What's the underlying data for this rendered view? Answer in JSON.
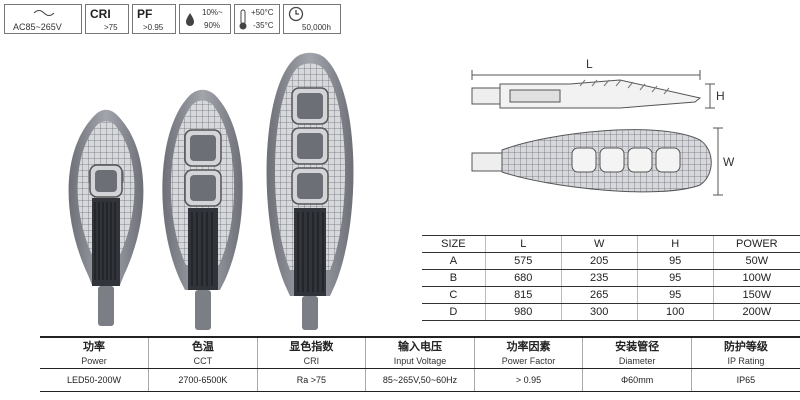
{
  "icon_bar": [
    {
      "name": "voltage",
      "line1": "",
      "line2": "AC85~265V"
    },
    {
      "name": "cri",
      "line1": "CRI",
      "line2": ">75"
    },
    {
      "name": "pf",
      "line1": "PF",
      "line2": ">0.95"
    },
    {
      "name": "humidity",
      "line1": "10%~",
      "line2": "90%"
    },
    {
      "name": "temperature",
      "line1": "+50°C",
      "line2": "-35°C"
    },
    {
      "name": "lifetime",
      "line1": "",
      "line2": "50,000h"
    }
  ],
  "dimension_labels": {
    "length": "L",
    "height": "H",
    "width": "W"
  },
  "spec_table": {
    "headers": [
      "SIZE",
      "L",
      "W",
      "H",
      "POWER"
    ],
    "rows": [
      [
        "A",
        "575",
        "205",
        "95",
        "50W"
      ],
      [
        "B",
        "680",
        "235",
        "95",
        "100W"
      ],
      [
        "C",
        "815",
        "265",
        "95",
        "150W"
      ],
      [
        "D",
        "980",
        "300",
        "100",
        "200W"
      ]
    ]
  },
  "params_table": {
    "headers_cn": [
      "功率",
      "色温",
      "显色指数",
      "输入电压",
      "功率因素",
      "安装管径",
      "防护等级"
    ],
    "headers_en": [
      "Power",
      "CCT",
      "CRI",
      "Input Voltage",
      "Power Factor",
      "Diameter",
      "IP Rating"
    ],
    "values": [
      "LED50-200W",
      "2700-6500K",
      "Ra >75",
      "85~265V,50~60Hz",
      "> 0.95",
      "Φ60mm",
      "IP65"
    ]
  },
  "colors": {
    "lamp_body": "#8d9097",
    "lamp_dark": "#3a3d43",
    "lens": "#b9bcc2"
  }
}
